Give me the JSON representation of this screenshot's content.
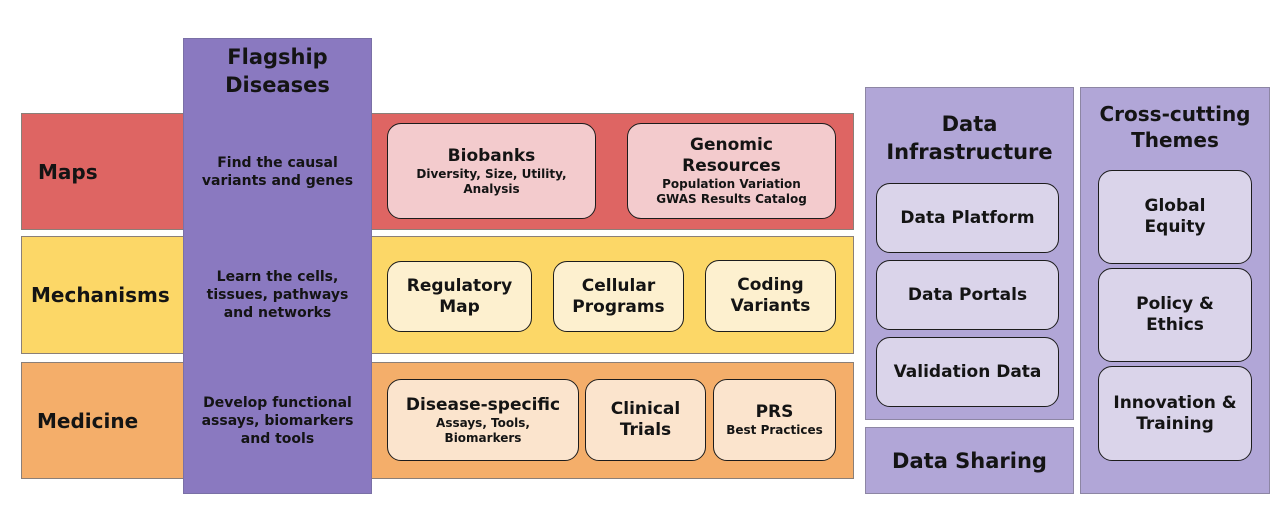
{
  "flagship": {
    "title_line1": "Flagship",
    "title_line2": "Diseases"
  },
  "rows": [
    {
      "label": "Maps",
      "description": [
        "Find the causal",
        "variants and genes"
      ],
      "cards": [
        {
          "title": [
            "Biobanks"
          ],
          "subtitle": [
            "Diversity, Size, Utility,",
            "Analysis"
          ]
        },
        {
          "title": [
            "Genomic",
            "Resources"
          ],
          "subtitle": [
            "Population Variation",
            "GWAS Results Catalog"
          ]
        }
      ]
    },
    {
      "label": "Mechanisms",
      "description": [
        "Learn the cells,",
        "tissues, pathways",
        "and networks"
      ],
      "cards": [
        {
          "title": [
            "Regulatory",
            "Map"
          ]
        },
        {
          "title": [
            "Cellular",
            "Programs"
          ]
        },
        {
          "title": [
            "Coding",
            "Variants"
          ]
        }
      ]
    },
    {
      "label": "Medicine",
      "description": [
        "Develop functional",
        "assays, biomarkers",
        "and tools"
      ],
      "cards": [
        {
          "title": [
            "Disease-specific"
          ],
          "subtitle": [
            "Assays, Tools,",
            "Biomarkers"
          ]
        },
        {
          "title": [
            "Clinical",
            "Trials"
          ]
        },
        {
          "title": [
            "PRS"
          ],
          "subtitle": [
            "Best Practices"
          ]
        }
      ]
    }
  ],
  "data_infrastructure": {
    "title_line1": "Data",
    "title_line2": "Infrastructure",
    "items": [
      "Data Platform",
      "Data Portals",
      "Validation Data"
    ]
  },
  "data_sharing": {
    "title": "Data Sharing"
  },
  "cross_cutting": {
    "title_line1": "Cross-cutting",
    "title_line2": "Themes",
    "items": [
      [
        "Global",
        "Equity"
      ],
      [
        "Policy &",
        "Ethics"
      ],
      [
        "Innovation &",
        "Training"
      ]
    ]
  },
  "colors": {
    "maps": "#de6563",
    "mechanisms": "#fcd767",
    "medicine": "#f4ae6a",
    "flagship": "#8a79c0",
    "panel": "#b1a6d7"
  }
}
